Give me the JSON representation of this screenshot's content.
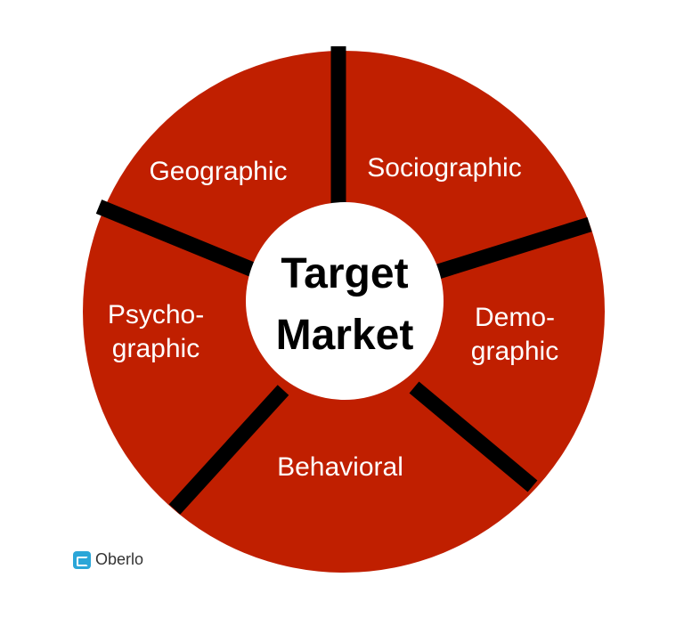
{
  "center": {
    "line1": "Target",
    "line2": "Market"
  },
  "segments": [
    {
      "lines": [
        "Sociographic"
      ]
    },
    {
      "lines": [
        "Demo-",
        "graphic"
      ]
    },
    {
      "lines": [
        "Behavioral"
      ]
    },
    {
      "lines": [
        "Psycho-",
        "graphic"
      ]
    },
    {
      "lines": [
        "Geographic"
      ]
    }
  ],
  "brand": {
    "name": "Oberlo",
    "icon": "oberlo-logo-icon"
  },
  "colors": {
    "ring": "#c01f00",
    "divider": "#000000",
    "center": "#ffffff",
    "label": "#ffffff"
  }
}
